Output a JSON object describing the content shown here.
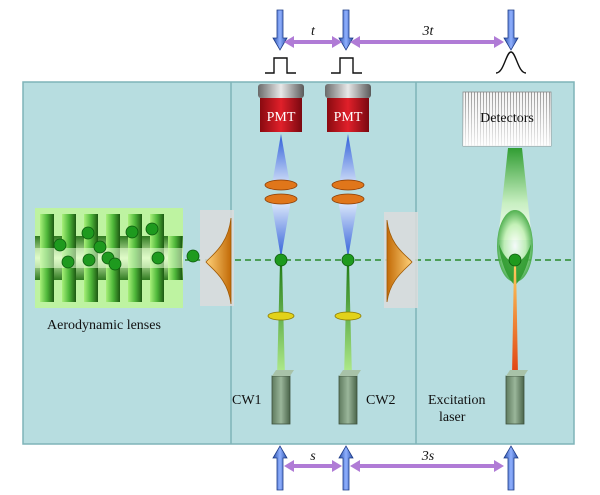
{
  "labels": {
    "aerodynamic_lenses": "Aerodynamic lenses",
    "cw1": "CW1",
    "cw2": "CW2",
    "excitation_laser_line1": "Excitation",
    "excitation_laser_line2": "laser",
    "detectors": "Detectors",
    "pmt1": "PMT",
    "pmt2": "PMT"
  },
  "timing": {
    "t1": "t",
    "t2": "3t",
    "s1": "s",
    "s2": "3s"
  },
  "colors": {
    "panel": "#b7dde0",
    "panel_border": "#7fb3b8",
    "arrow_purple": "#b07bd6",
    "marker_blue": "#4a78c8",
    "particle_green": "#1e9a1e",
    "pmt_red": "#c0141e",
    "mirror_orange": "#e08c10",
    "laser_block": "#6e8a6e",
    "beam_dash": "#2a8a2a"
  }
}
